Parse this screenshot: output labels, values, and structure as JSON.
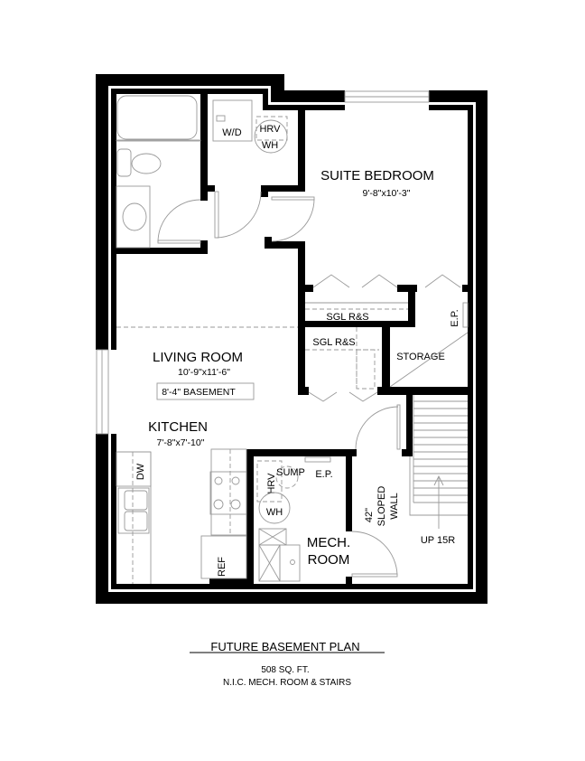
{
  "plan": {
    "title": "FUTURE BASEMENT PLAN",
    "area": "508 SQ. FT.",
    "note": "N.I.C. MECH. ROOM & STAIRS"
  },
  "rooms": {
    "suite_bedroom": {
      "name": "SUITE BEDROOM",
      "size": "9'-8\"x10'-3\""
    },
    "living_room": {
      "name": "LIVING ROOM",
      "size": "10'-9\"x11'-6\"",
      "ceiling": "8'-4\" BASEMENT"
    },
    "kitchen": {
      "name": "KITCHEN",
      "size": "7'-8\"x7'-10\""
    },
    "mech_room": {
      "name_line1": "MECH.",
      "name_line2": "ROOM"
    },
    "storage": {
      "name": "STORAGE"
    }
  },
  "labels": {
    "washer_dryer": "W/D",
    "hrv_top": "HRV",
    "wh_top": "WH",
    "closet1": "SGL R&S",
    "closet2": "SGL R&S",
    "ep_storage": "E.P.",
    "dishwasher": "DW",
    "refrigerator": "REF",
    "sump": "SUMP",
    "ep_mech": "E.P.",
    "hrv_mech": "HRV",
    "wh_mech": "WH",
    "sloped_1": "42\"",
    "sloped_2": "SLOPED",
    "sloped_3": "WALL",
    "stairs": "UP 15R"
  }
}
